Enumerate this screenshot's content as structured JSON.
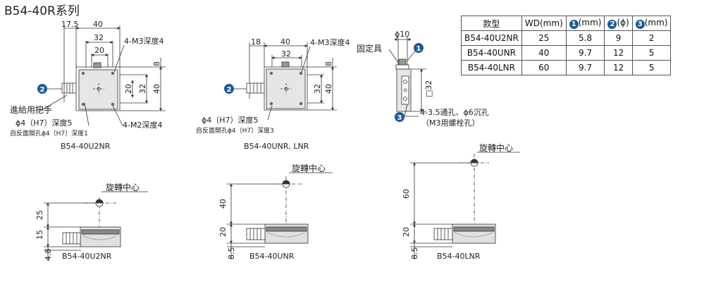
{
  "title": "B54-40R系列",
  "table": {
    "headers": [
      "款型",
      "WD(mm)",
      "1",
      "(mm)",
      "2",
      "(ϕ)",
      "3",
      "(mm)"
    ],
    "header_cells": [
      {
        "text": "款型"
      },
      {
        "text": "WD(mm)"
      },
      {
        "badge": "1",
        "unit": "(mm)"
      },
      {
        "badge": "2",
        "unit": "(ϕ)"
      },
      {
        "badge": "3",
        "unit": "(mm)"
      }
    ],
    "rows": [
      [
        "B54-40U2NR",
        "25",
        "5.8",
        "9",
        "2"
      ],
      [
        "B54-40UNR",
        "40",
        "9.7",
        "12",
        "5"
      ],
      [
        "B54-40LNR",
        "60",
        "9.7",
        "12",
        "5"
      ]
    ]
  },
  "views": {
    "top_left": {
      "dims": {
        "d17_5": "17.5",
        "d40": "40",
        "d32": "32",
        "d20": "20",
        "d8": "8",
        "d20v": "20",
        "d32v": "32",
        "d40v": "40"
      },
      "labels": {
        "m3": "4-M3深度4",
        "m2": "4-M2深度4",
        "handle": "進給用把手",
        "hole": "ϕ4（H7）深度5",
        "rear": "自反面開孔ϕ4（H7）深度1",
        "model": "B54-40U2NR"
      },
      "badge": "2"
    },
    "top_mid": {
      "dims": {
        "d18": "18",
        "d40": "40",
        "d32": "32",
        "d8": "8",
        "d32v": "32",
        "d40v": "40"
      },
      "labels": {
        "m3": "4-M3深度4",
        "hole": "ϕ4（H7）深度5",
        "rear": "自反面開孔ϕ4（H7）深度3",
        "model": "B54-40UNR, LNR"
      },
      "badge": "2"
    },
    "top_right": {
      "dims": {
        "d10": "ϕ10",
        "d32": "□32"
      },
      "labels": {
        "clamp": "固定具",
        "holes": "4-3.5通孔、ϕ6沉孔",
        "bolt": "（M3用螺栓孔）"
      },
      "badge1": "1",
      "badge3": "3"
    },
    "side_views": [
      {
        "model": "B54-40U2NR",
        "center_label": "旋轉中心",
        "dims": [
          "25",
          "15",
          "4.8"
        ]
      },
      {
        "model": "B54-40UNR",
        "center_label": "旋轉中心",
        "dims": [
          "40",
          "20",
          "8.5"
        ]
      },
      {
        "model": "B54-40LNR",
        "center_label": "旋轉中心",
        "dims": [
          "60",
          "20",
          "8.5"
        ]
      }
    ]
  },
  "colors": {
    "badge": "#1d5a9a",
    "plate": "#d9d9d9",
    "line": "#333333"
  }
}
